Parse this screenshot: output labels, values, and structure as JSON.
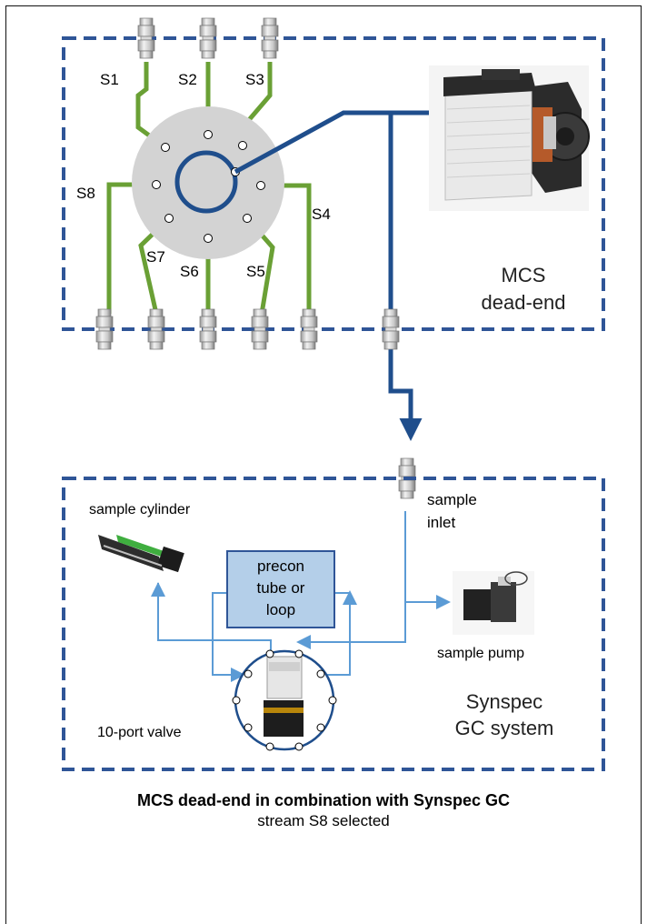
{
  "colors": {
    "dash_box": "#2f5597",
    "green_line": "#6aa035",
    "navy_line": "#1f4e8c",
    "light_blue": "#5b9bd5",
    "valve_gray": "#d3d3d3",
    "precon_fill": "#b4cfe9"
  },
  "streams": {
    "s1": "S1",
    "s2": "S2",
    "s3": "S3",
    "s4": "S4",
    "s5": "S5",
    "s6": "S6",
    "s7": "S7",
    "s8": "S8"
  },
  "mcs_label": {
    "line1": "MCS",
    "line2": "dead-end"
  },
  "gc": {
    "sample_cylinder": "sample cylinder",
    "sample_inlet_1": "sample",
    "sample_inlet_2": "inlet",
    "precon_1": "precon",
    "precon_2": "tube or",
    "precon_3": "loop",
    "sample_pump": "sample pump",
    "valve": "10-port valve",
    "system_1": "Synspec",
    "system_2": "GC system"
  },
  "caption": {
    "title": "MCS dead-end in combination with Synspec GC",
    "subtitle": "stream S8 selected"
  }
}
